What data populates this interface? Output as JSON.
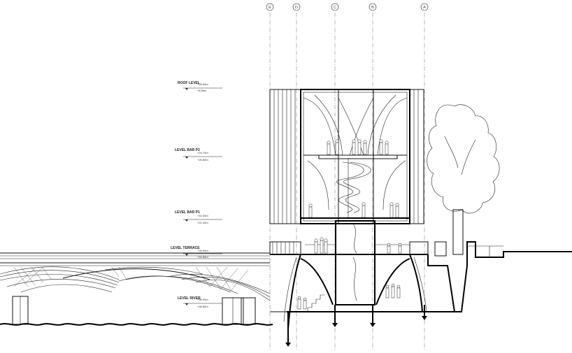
{
  "gridlines": [
    {
      "label": "E"
    },
    {
      "label": "D"
    },
    {
      "label": "C"
    },
    {
      "label": "B"
    },
    {
      "label": "A"
    }
  ],
  "levels": {
    "roof": {
      "name": "ROOF LEVEL",
      "val1": "+28.90m",
      "val2": "+6.50m"
    },
    "bar2": {
      "name": "LEVEL BAR P2",
      "val1": "+24.70m",
      "val2": "+26.80m"
    },
    "bar1": {
      "name": "LEVEL BAR P1",
      "val1": "+44.30m",
      "val2": "+21.40m"
    },
    "terrace": {
      "name": "LEVEL TERRACE",
      "val1": "+34.90m",
      "val2": "+34.80m"
    },
    "river": {
      "name": "LEVEL RIVER",
      "val1": "+06.00m",
      "val2": "+06.80m"
    }
  },
  "colors": {
    "line": "#111111",
    "grid": "#888888",
    "background": "#ffffff"
  }
}
